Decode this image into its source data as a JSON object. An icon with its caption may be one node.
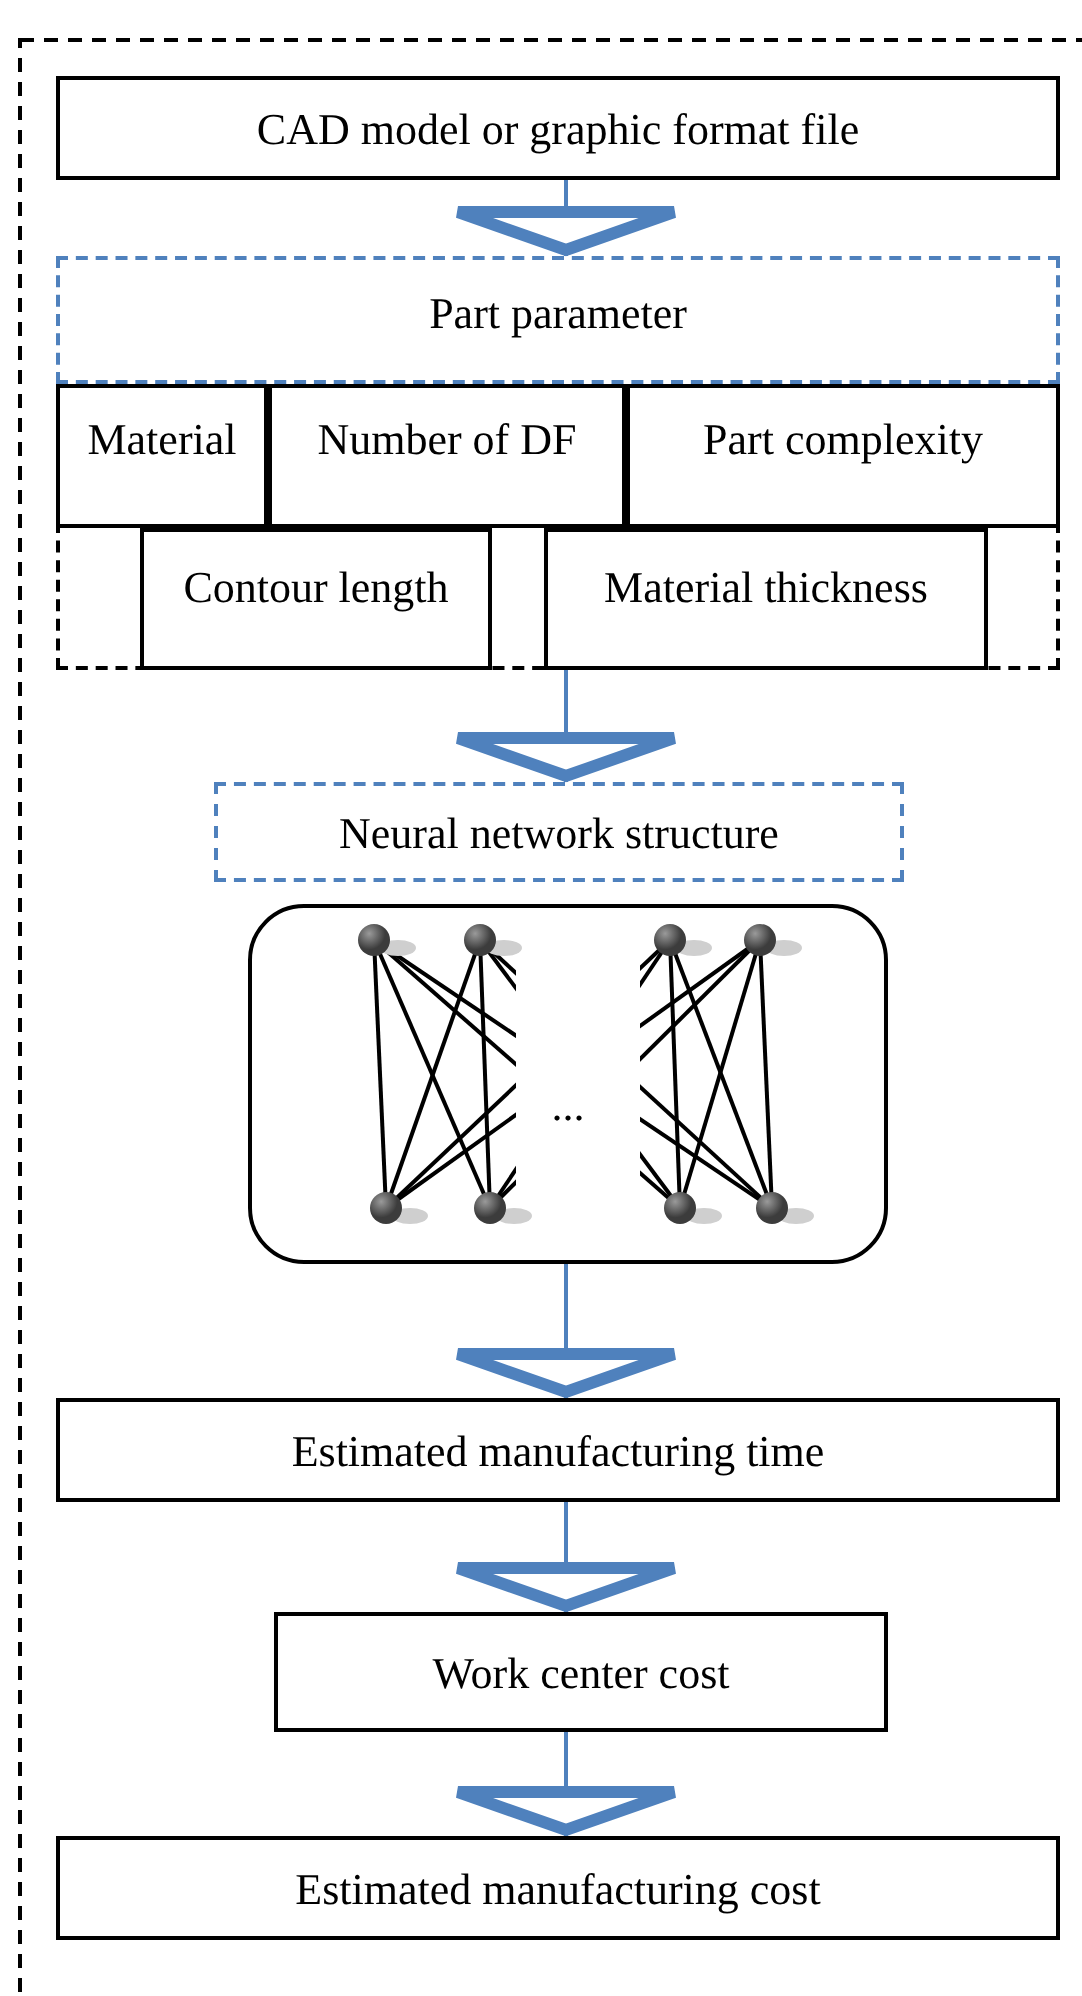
{
  "diagram": {
    "nodes": [
      {
        "text": [
          "CAD model or graphic format file"
        ]
      },
      {
        "text": [
          "Part parameter"
        ]
      },
      {
        "text": [],
        "shape": "box"
      },
      {
        "text": [
          "Material"
        ],
        "in": 2
      },
      {
        "text": [
          "Number of DF"
        ],
        "in": 2
      },
      {
        "text": [
          "Part complexity"
        ],
        "in": 2
      },
      {
        "text": [
          "Contour length"
        ],
        "in": 2
      },
      {
        "text": [
          "Material thickness"
        ],
        "in": 2
      },
      {
        "text": [
          "Neural network structure"
        ]
      },
      {
        "text": [
          "..."
        ]
      },
      {
        "text": [
          "Estimated manufacturing time"
        ]
      },
      {
        "text": [
          "Work center cost"
        ]
      },
      {
        "text": [
          "Estimated manufacturing cost"
        ]
      }
    ],
    "edges": [
      {
        "from": 0,
        "to": 1,
        "arrow": "to"
      },
      {
        "from": 2,
        "to": 8,
        "arrow": "to"
      },
      {
        "from": 9,
        "to": 10,
        "arrow": "to"
      },
      {
        "from": 10,
        "to": 11,
        "arrow": "to"
      },
      {
        "from": 11,
        "to": 12,
        "arrow": "to"
      }
    ]
  }
}
